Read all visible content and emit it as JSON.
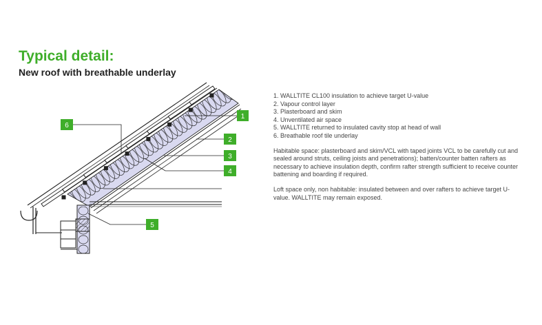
{
  "header": {
    "title": "Typical detail:",
    "subtitle": "New roof with breathable underlay"
  },
  "legend": {
    "items": [
      "1. WALLTITE CL100 insulation to achieve target U-value",
      "2. Vapour control layer",
      "3. Plasterboard and skim",
      "4. Unventilated air space",
      "5. WALLTITE returned to insulated cavity stop at head of wall",
      "6. Breathable roof tile underlay"
    ],
    "notes": [
      "Habitable space: plasterboard and skim/VCL with taped joints VCL to be carefully cut and sealed around struts, ceiling joists and penetrations); batten/counter batten rafters as necessary to achieve insulation depth, confirm rafter strength sufficient to receive counter battening and boarding if required.",
      "Loft space only, non habitable: insulated between and over rafters to achieve target U-value. WALLTITE may remain exposed."
    ]
  },
  "callouts": [
    "1",
    "2",
    "3",
    "4",
    "5",
    "6"
  ],
  "colors": {
    "accent": "#3fae2a",
    "insulation": "#d9d9f0",
    "linework": "#222222"
  }
}
